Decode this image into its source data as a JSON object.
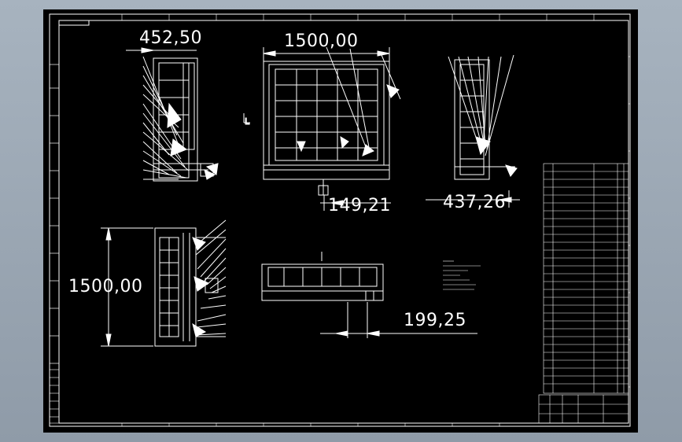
{
  "drawing": {
    "dimensions": {
      "top_left_width": "452,50",
      "top_mid_width": "1500,00",
      "mid_left_height": "1500,00",
      "mid_a": "149,21",
      "mid_b": "437,26",
      "bottom_mid": "199,25"
    },
    "view_marker": "L"
  }
}
